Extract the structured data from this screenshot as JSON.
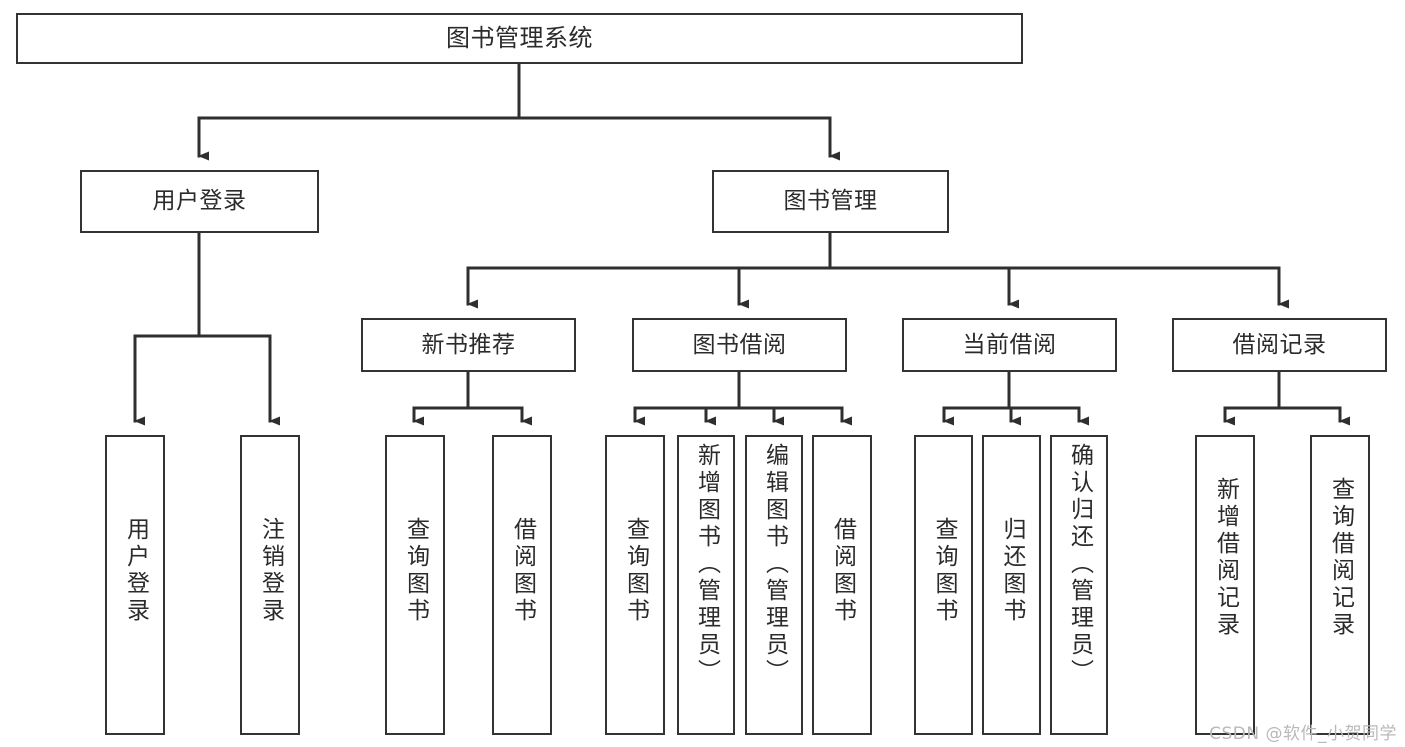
{
  "diagram": {
    "type": "tree",
    "title": "图书管理系统",
    "watermark": "CSDN @软件_小贺同学",
    "colors": {
      "stroke": "#333333",
      "text": "#2b2b2b",
      "background": "#ffffff",
      "watermark": "#b9b9b9"
    },
    "levels": {
      "root": {
        "label": "图书管理系统"
      },
      "level2": [
        {
          "id": "user-login",
          "label": "用户登录"
        },
        {
          "id": "book-manage",
          "label": "图书管理"
        }
      ],
      "level3": [
        {
          "id": "new-book-recommend",
          "label": "新书推荐",
          "parent": "book-manage"
        },
        {
          "id": "book-borrow",
          "label": "图书借阅",
          "parent": "book-manage"
        },
        {
          "id": "current-borrow",
          "label": "当前借阅",
          "parent": "book-manage"
        },
        {
          "id": "borrow-record",
          "label": "借阅记录",
          "parent": "book-manage"
        }
      ],
      "leaves": [
        {
          "id": "leaf-user-login",
          "label": "用户登录",
          "parent": "user-login"
        },
        {
          "id": "leaf-user-logout",
          "label": "注销登录",
          "parent": "user-login"
        },
        {
          "id": "leaf-query-book-1",
          "label": "查询图书",
          "parent": "new-book-recommend"
        },
        {
          "id": "leaf-borrow-book-1",
          "label": "借阅图书",
          "parent": "new-book-recommend"
        },
        {
          "id": "leaf-query-book-2",
          "label": "查询图书",
          "parent": "book-borrow"
        },
        {
          "id": "leaf-add-book",
          "label": "新增图书（管理员）",
          "parent": "book-borrow"
        },
        {
          "id": "leaf-edit-book",
          "label": "编辑图书（管理员）",
          "parent": "book-borrow"
        },
        {
          "id": "leaf-borrow-book-2",
          "label": "借阅图书",
          "parent": "book-borrow"
        },
        {
          "id": "leaf-query-book-3",
          "label": "查询图书",
          "parent": "current-borrow"
        },
        {
          "id": "leaf-return-book",
          "label": "归还图书",
          "parent": "current-borrow"
        },
        {
          "id": "leaf-confirm-return",
          "label": "确认归还（管理员）",
          "parent": "current-borrow"
        },
        {
          "id": "leaf-add-record",
          "label": "新增借阅记录",
          "parent": "borrow-record"
        },
        {
          "id": "leaf-query-record",
          "label": "查询借阅记录",
          "parent": "borrow-record"
        }
      ]
    }
  }
}
